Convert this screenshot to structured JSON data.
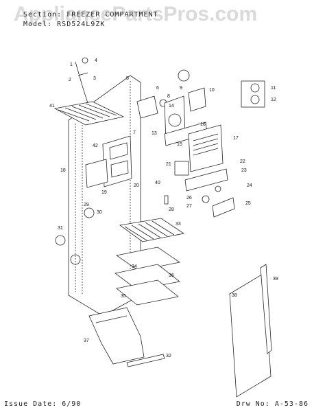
{
  "header": {
    "section_label": "Section:",
    "section_value": "FREEZER COMPARTMENT",
    "model_label": "Model:",
    "model_value": "RSD524L9ZK"
  },
  "watermark": "AppliancePartsPros.com",
  "footer": {
    "issue": "Issue Date: 6/90",
    "drawing": "Drw No: A-53-86"
  },
  "callouts": [
    "1",
    "2",
    "3",
    "4",
    "5",
    "6",
    "7",
    "8",
    "9",
    "10",
    "11",
    "12",
    "13",
    "14",
    "15",
    "16",
    "17",
    "18",
    "19",
    "20",
    "21",
    "22",
    "23",
    "24",
    "25",
    "26",
    "27",
    "28",
    "29",
    "30",
    "31",
    "32",
    "33",
    "34",
    "35",
    "36",
    "37",
    "38",
    "39",
    "40",
    "41",
    "42"
  ],
  "colors": {
    "line": "#222222",
    "watermark": "#969696"
  }
}
